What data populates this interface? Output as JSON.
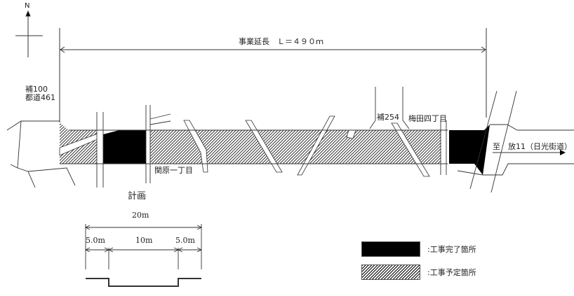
{
  "compass": {
    "label": "N"
  },
  "project_length": {
    "label": "事業延長　Ｌ＝４９０ｍ"
  },
  "labels": {
    "west_road_line1": "補100",
    "west_road_line2": "都道461",
    "sekibara": "関原一丁目",
    "ho254": "補254",
    "umeda": "梅田四丁目",
    "destination": "至　放11（日光街道）"
  },
  "cross_section": {
    "title": "計画",
    "total_width": "20m",
    "left_sidewalk": "5.0m",
    "roadway": "10m",
    "right_sidewalk": "5.0m"
  },
  "legend": {
    "items": [
      {
        "label": ":工事完了箇所",
        "style": "solid",
        "color": "#000000"
      },
      {
        "label": ":工事予定箇所",
        "style": "hatched",
        "color": "#000000"
      }
    ]
  }
}
